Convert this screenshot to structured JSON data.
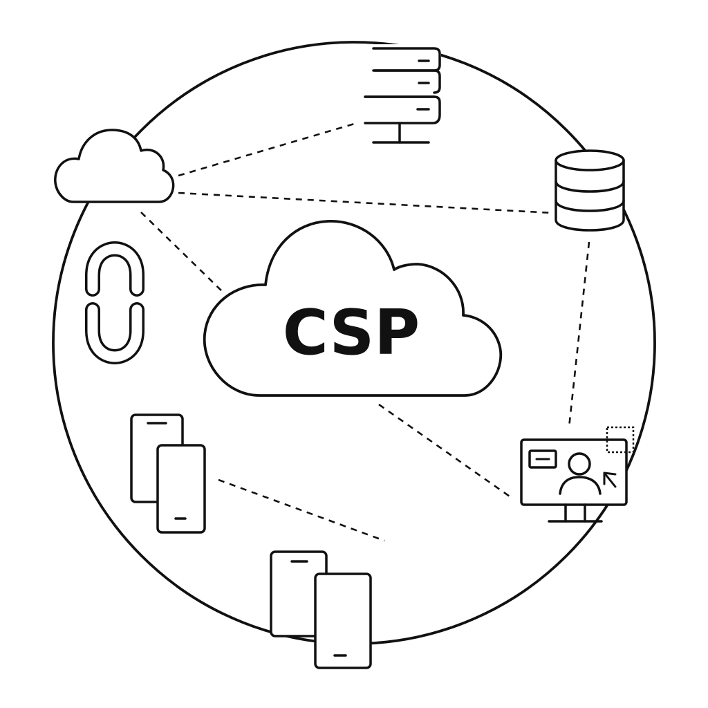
{
  "diagram": {
    "center_label": "CSP",
    "colors": {
      "ink": "#111111",
      "background": "#ffffff"
    },
    "nodes": [
      {
        "id": "server-rack",
        "icon": "server-rack-icon"
      },
      {
        "id": "small-cloud",
        "icon": "cloud-icon"
      },
      {
        "id": "database",
        "icon": "database-icon"
      },
      {
        "id": "chain-link",
        "icon": "chain-link-icon"
      },
      {
        "id": "csp-cloud",
        "icon": "cloud-icon"
      },
      {
        "id": "monitor-user",
        "icon": "monitor-user-icon"
      },
      {
        "id": "phones-left",
        "icon": "mobile-devices-icon"
      },
      {
        "id": "phones-bottom",
        "icon": "mobile-devices-icon"
      }
    ],
    "connections": [
      {
        "from": "small-cloud",
        "to": "server-rack",
        "style": "dashed"
      },
      {
        "from": "small-cloud",
        "to": "database",
        "style": "dashed"
      },
      {
        "from": "small-cloud",
        "to": "csp-cloud",
        "style": "dashed"
      },
      {
        "from": "database",
        "to": "monitor-user",
        "style": "dashed"
      },
      {
        "from": "csp-cloud",
        "to": "monitor-user",
        "style": "dashed"
      },
      {
        "from": "phones-left",
        "to": "phones-bottom",
        "style": "dashed"
      }
    ]
  }
}
